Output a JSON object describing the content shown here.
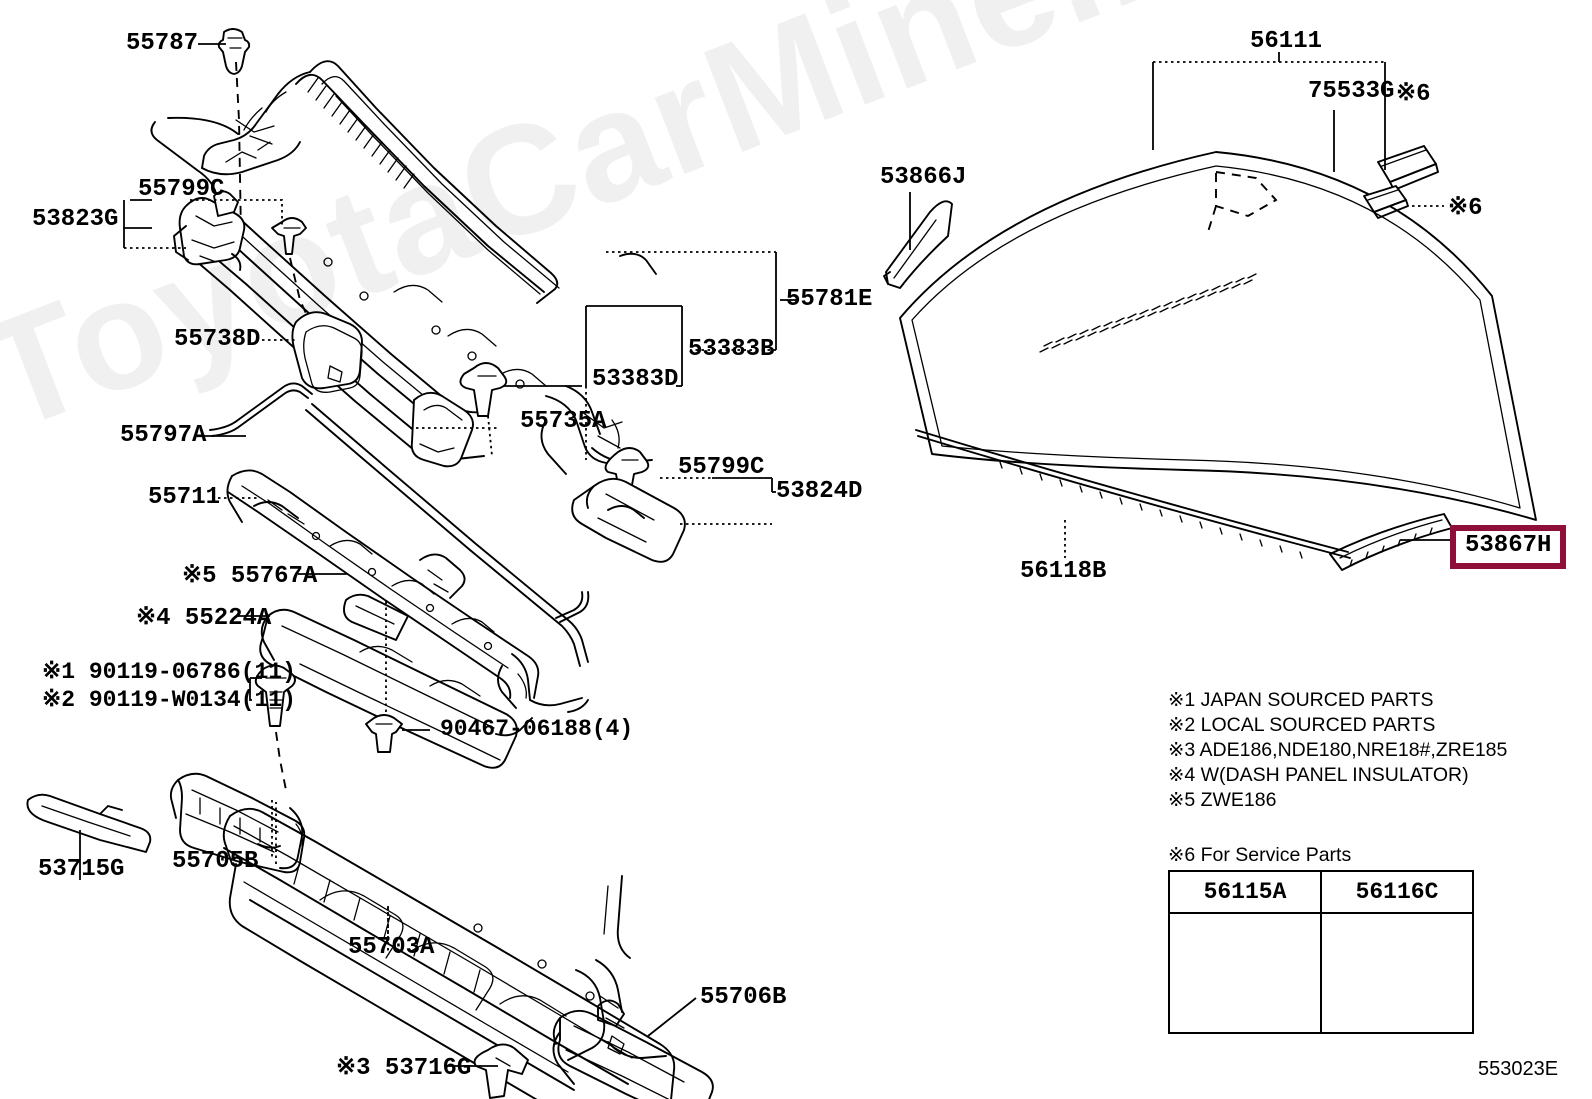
{
  "diagram": {
    "code": "553023E",
    "watermark": "ToyotaCarMine.ru"
  },
  "highlight": {
    "part": "53867H",
    "color": "#8e1038"
  },
  "labels": {
    "l_55787": "55787",
    "l_55799C_top": "55799C",
    "l_53823G": "53823G",
    "l_55738D": "55738D",
    "l_55797A": "55797A",
    "l_55711": "55711",
    "l_55767A": "※5 55767A",
    "l_55224A": "※4 55224A",
    "l_90119_1": "※1 90119-06786(11)",
    "l_90119_2": "※2 90119-W0134(11)",
    "l_90467": "90467-06188(4)",
    "l_53715G": "53715G",
    "l_55705B": "55705B",
    "l_55703A": "55703A",
    "l_53716G": "※3 53716G",
    "l_55706B": "55706B",
    "l_55781E": "55781E",
    "l_53383B": "53383B",
    "l_53383D": "53383D",
    "l_55735A": "55735A",
    "l_55799C_mid": "55799C",
    "l_53824D": "53824D",
    "l_56111": "56111",
    "l_75533G": "75533G",
    "l_ref6_a": "※6",
    "l_ref6_b": "※6",
    "l_53866J": "53866J",
    "l_56118B": "56118B"
  },
  "legend": {
    "items": [
      "※1 JAPAN SOURCED PARTS",
      "※2 LOCAL SOURCED PARTS",
      "※3 ADE186,NDE180,NRE18#,ZRE185",
      "※4 W(DASH PANEL INSULATOR)",
      "※5 ZWE186"
    ],
    "service_title": "※6 For Service Parts",
    "service_table": {
      "headers": [
        "56115A",
        "56116C"
      ]
    }
  }
}
